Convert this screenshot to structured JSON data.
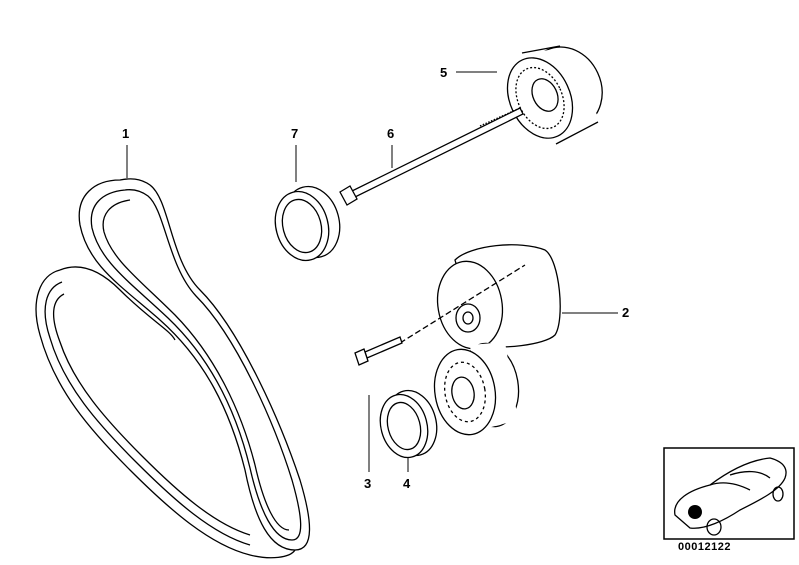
{
  "callouts": {
    "p1": "1",
    "p2": "2",
    "p3": "3",
    "p4": "4",
    "p5": "5",
    "p6": "6",
    "p7": "7"
  },
  "inset": {
    "diagram_code": "00012122"
  }
}
